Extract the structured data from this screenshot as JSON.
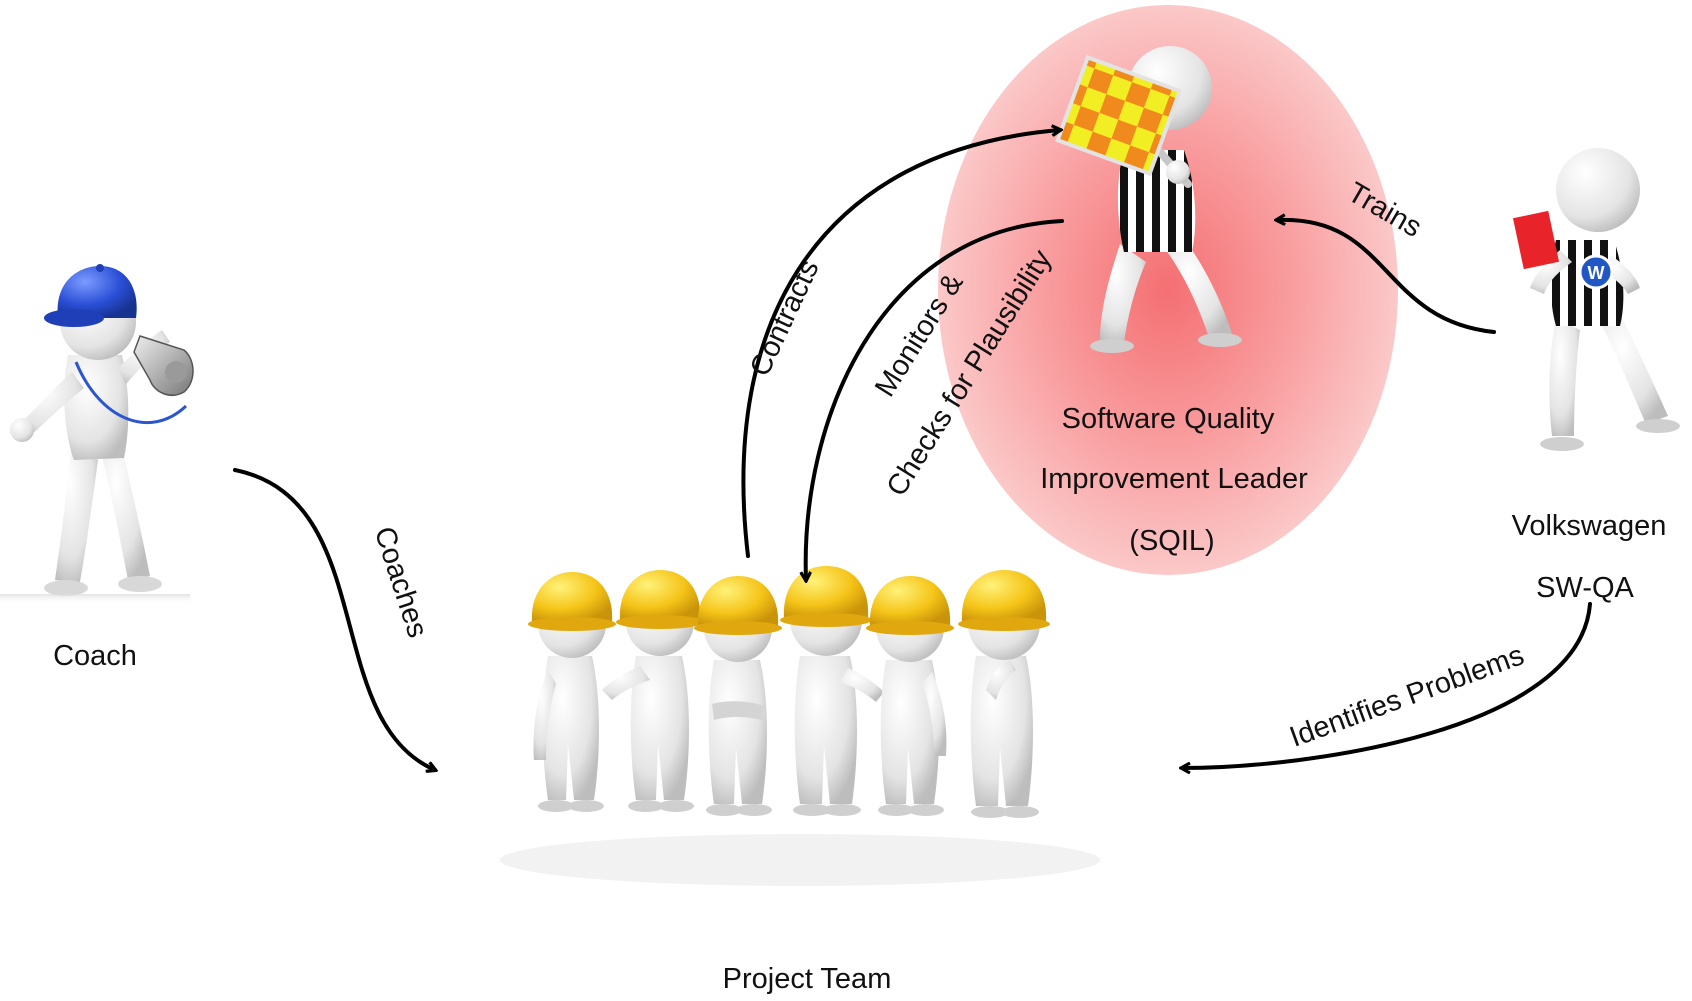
{
  "labels": {
    "coach": "Coach",
    "project_team": "Project Team",
    "sqil_line1": "Software Quality",
    "sqil_line2": "Improvement Leader",
    "sqil_line3": "(SQIL)",
    "vw_line1": "Volkswagen",
    "vw_line2": "SW-QA"
  },
  "relations": {
    "coaches": "Coaches",
    "contracts": "Contracts",
    "monitors_line1": "Monitors &",
    "monitors_line2": "Checks for Plausibility",
    "trains": "Trains",
    "identifies": "Identifies Problems"
  },
  "colors": {
    "sqil_highlight": "#f8a8a8",
    "helmet": "#f6c51a",
    "cap": "#2a4fd6",
    "flag_yellow": "#f2ee24",
    "flag_orange": "#f08a1c",
    "card": "#e8232a",
    "figure": "#e6e6e6",
    "arrow": "#000000"
  }
}
